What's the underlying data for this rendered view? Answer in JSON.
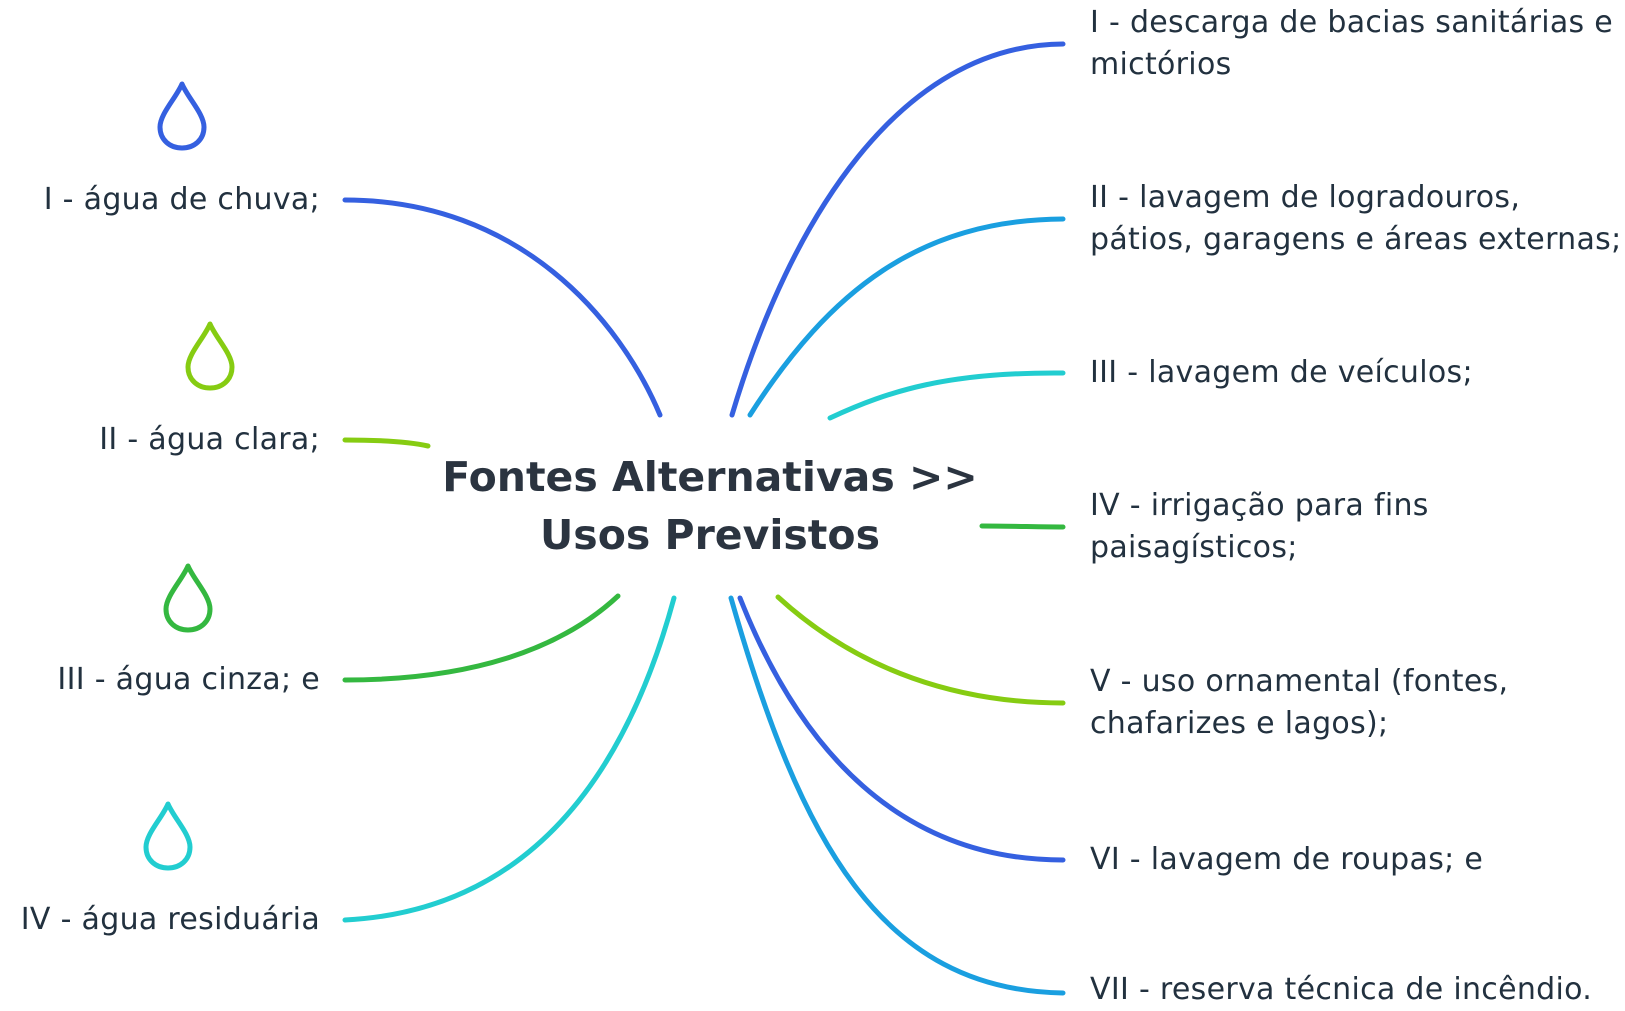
{
  "title": {
    "line1": "Fontes Alternativas >>",
    "line2": "Usos Previstos"
  },
  "colors": {
    "blue": "#3560e0",
    "sky": "#1a9fe0",
    "cyan": "#22cdd0",
    "lime": "#86cc12",
    "green": "#34b840"
  },
  "sources": [
    {
      "label": "I - água de chuva;",
      "icon": "water-drop-icon",
      "color": "#3560e0"
    },
    {
      "label": "II - água clara;",
      "icon": "water-drop-icon",
      "color": "#86cc12"
    },
    {
      "label": "III - água cinza; e",
      "icon": "water-drop-icon",
      "color": "#34b840"
    },
    {
      "label": "IV - água residuária",
      "icon": "water-drop-icon",
      "color": "#22cdd0"
    }
  ],
  "uses": [
    {
      "line1": "I - descarga de bacias sanitárias e",
      "line2": "mictórios",
      "color": "#3560e0"
    },
    {
      "line1": "II - lavagem de logradouros,",
      "line2": "pátios, garagens e áreas externas;",
      "color": "#1a9fe0"
    },
    {
      "line1": "III - lavagem de veículos;",
      "line2": "",
      "color": "#22cdd0"
    },
    {
      "line1": "IV - irrigação para fins",
      "line2": "paisagísticos;",
      "color": "#34b840"
    },
    {
      "line1": "V - uso ornamental (fontes,",
      "line2": "chafarizes e lagos);",
      "color": "#86cc12"
    },
    {
      "line1": "VI - lavagem de roupas; e",
      "line2": "",
      "color": "#3560e0"
    },
    {
      "line1": "VII - reserva técnica de incêndio.",
      "line2": "",
      "color": "#1a9fe0"
    }
  ]
}
